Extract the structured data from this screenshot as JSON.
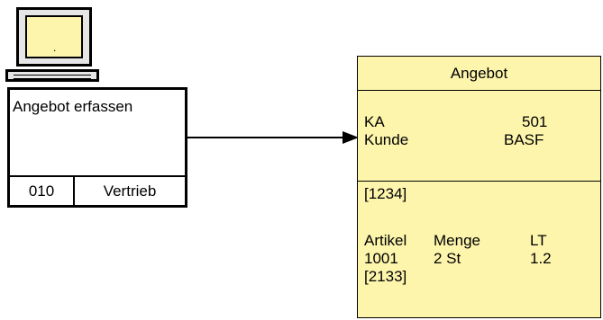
{
  "computer": {
    "screen_text": "."
  },
  "function_box": {
    "title": "Angebot erfassen",
    "number": "010",
    "department": "Vertrieb"
  },
  "document": {
    "title": "Angebot",
    "header_fields": [
      {
        "label": "KA",
        "value": "501"
      },
      {
        "label": "Kunde",
        "value": "BASF"
      }
    ],
    "body_ref": "[1234]",
    "table": {
      "columns": [
        "Artikel",
        "Menge",
        "LT"
      ],
      "rows": [
        [
          "1001",
          "2 St",
          "1.2"
        ]
      ]
    },
    "footer_ref": "[2133]"
  },
  "colors": {
    "document_fill": "#fdf5ac",
    "screen_fill": "#fdf5ac",
    "monitor_fill": "#e6e6e6",
    "line": "#000000"
  }
}
